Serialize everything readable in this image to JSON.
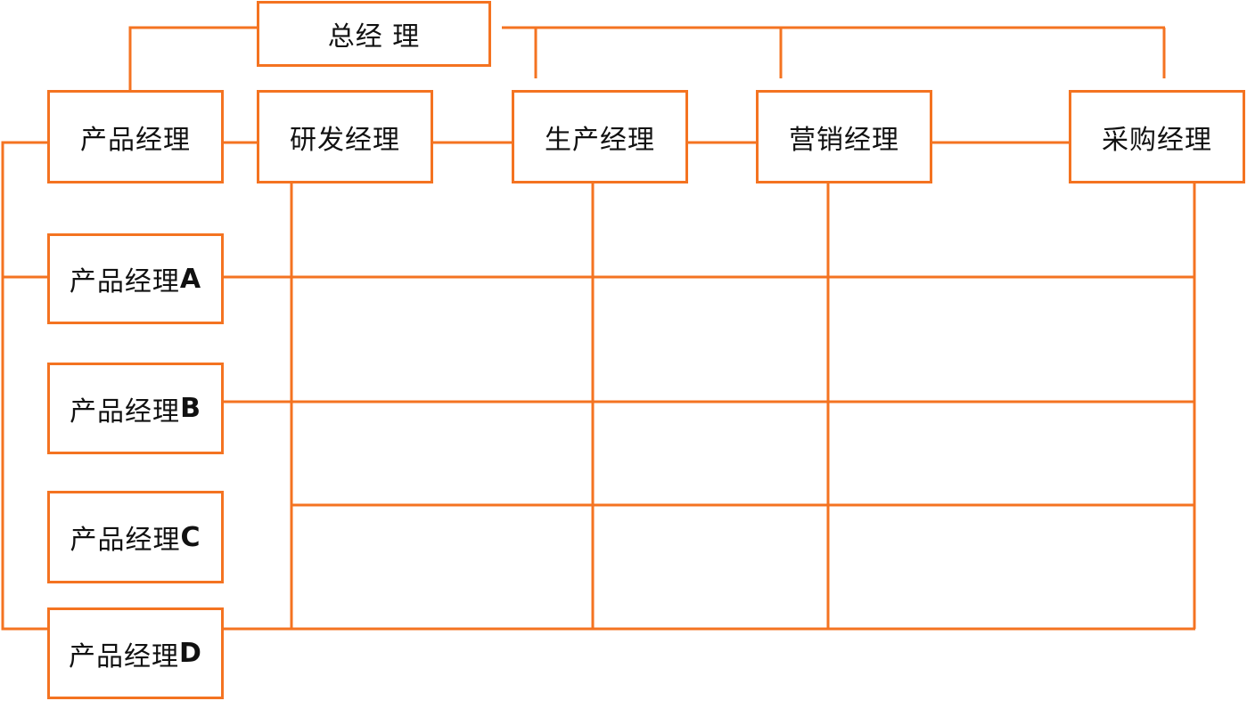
{
  "accent_color": "#F47321",
  "top": {
    "label": "总经 理"
  },
  "managers": [
    {
      "label": "产品经理"
    },
    {
      "label": "研发经理"
    },
    {
      "label": "生产经理"
    },
    {
      "label": "营销经理"
    },
    {
      "label": "采购经理"
    }
  ],
  "product_managers": [
    {
      "label": "产品经理",
      "suffix": "A"
    },
    {
      "label": "产品经理",
      "suffix": "B"
    },
    {
      "label": "产品经理",
      "suffix": "C"
    },
    {
      "label": "产品经理",
      "suffix": "D"
    }
  ]
}
